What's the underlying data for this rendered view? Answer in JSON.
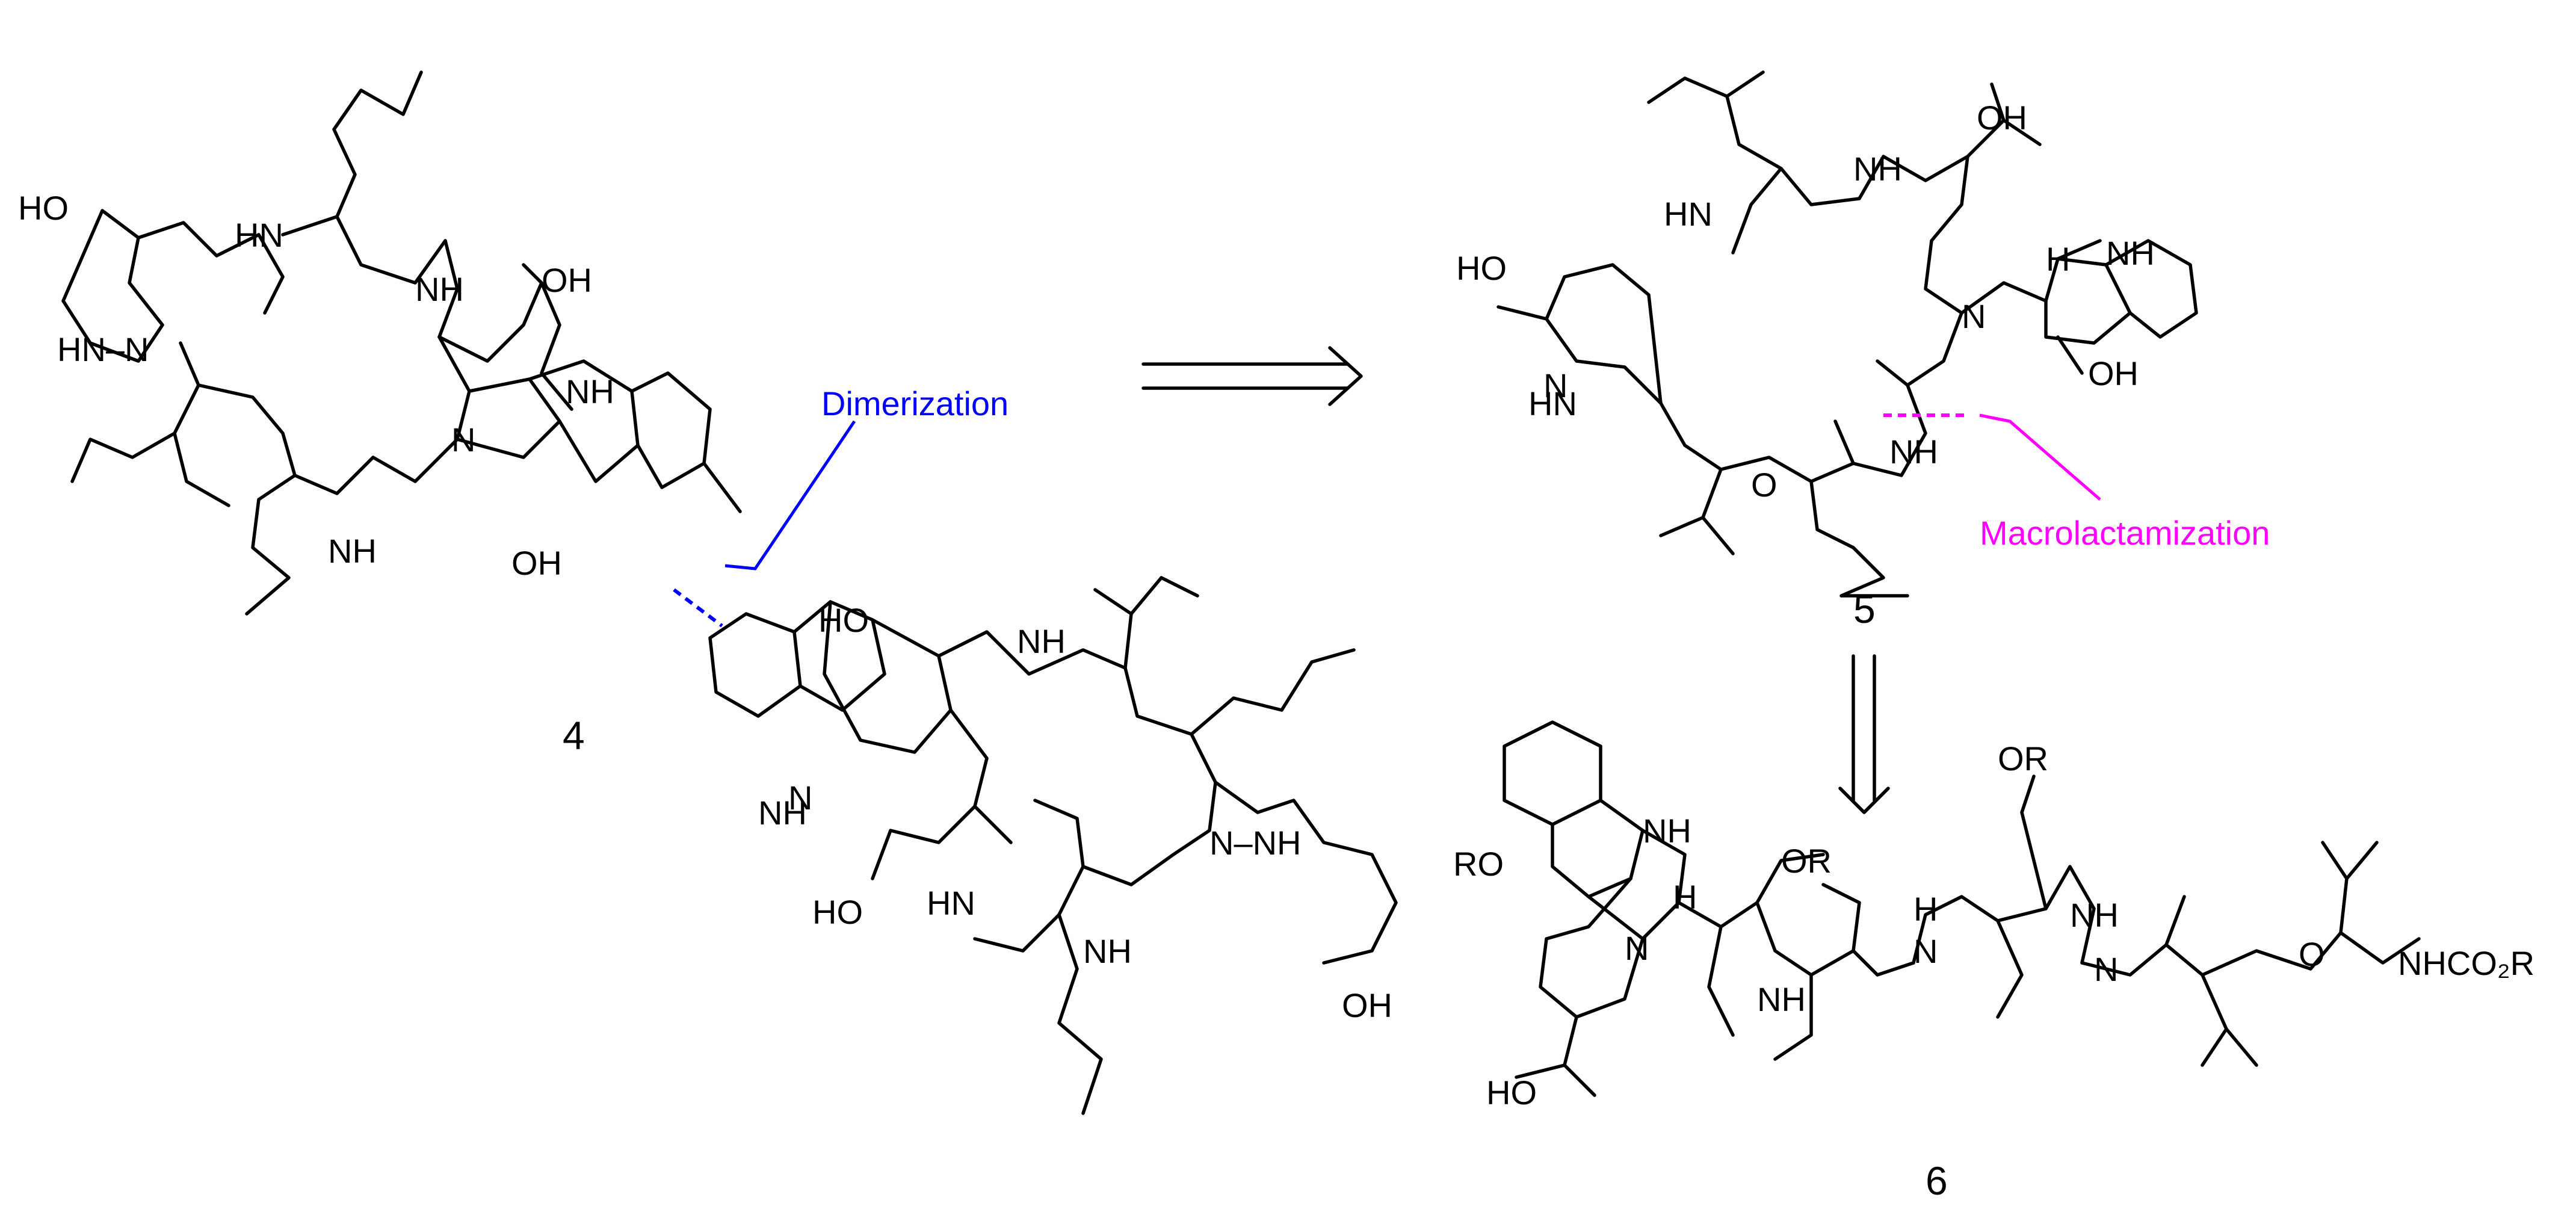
{
  "compounds": {
    "c4": "4",
    "c5": "5",
    "c6": "6"
  },
  "annotations": {
    "dimerization": {
      "label": "Dimerization",
      "color": "#0000ff"
    },
    "macrolactamization": {
      "label": "Macrolactamization",
      "color": "#ff00ff"
    }
  },
  "arrows": [
    {
      "from": "4",
      "to": "5",
      "type": "retrosynthetic"
    },
    {
      "from": "5",
      "to": "6",
      "type": "retrosynthetic"
    }
  ],
  "atom_labels": {
    "ho": "HO",
    "oh": "OH",
    "hn": "HN",
    "nh": "NH",
    "n": "N",
    "h": "H",
    "o": "O",
    "hnn": "HN–N",
    "nnh": "N–NH",
    "ro": "RO",
    "or": "OR",
    "nhco2r": "NHCO₂R"
  }
}
